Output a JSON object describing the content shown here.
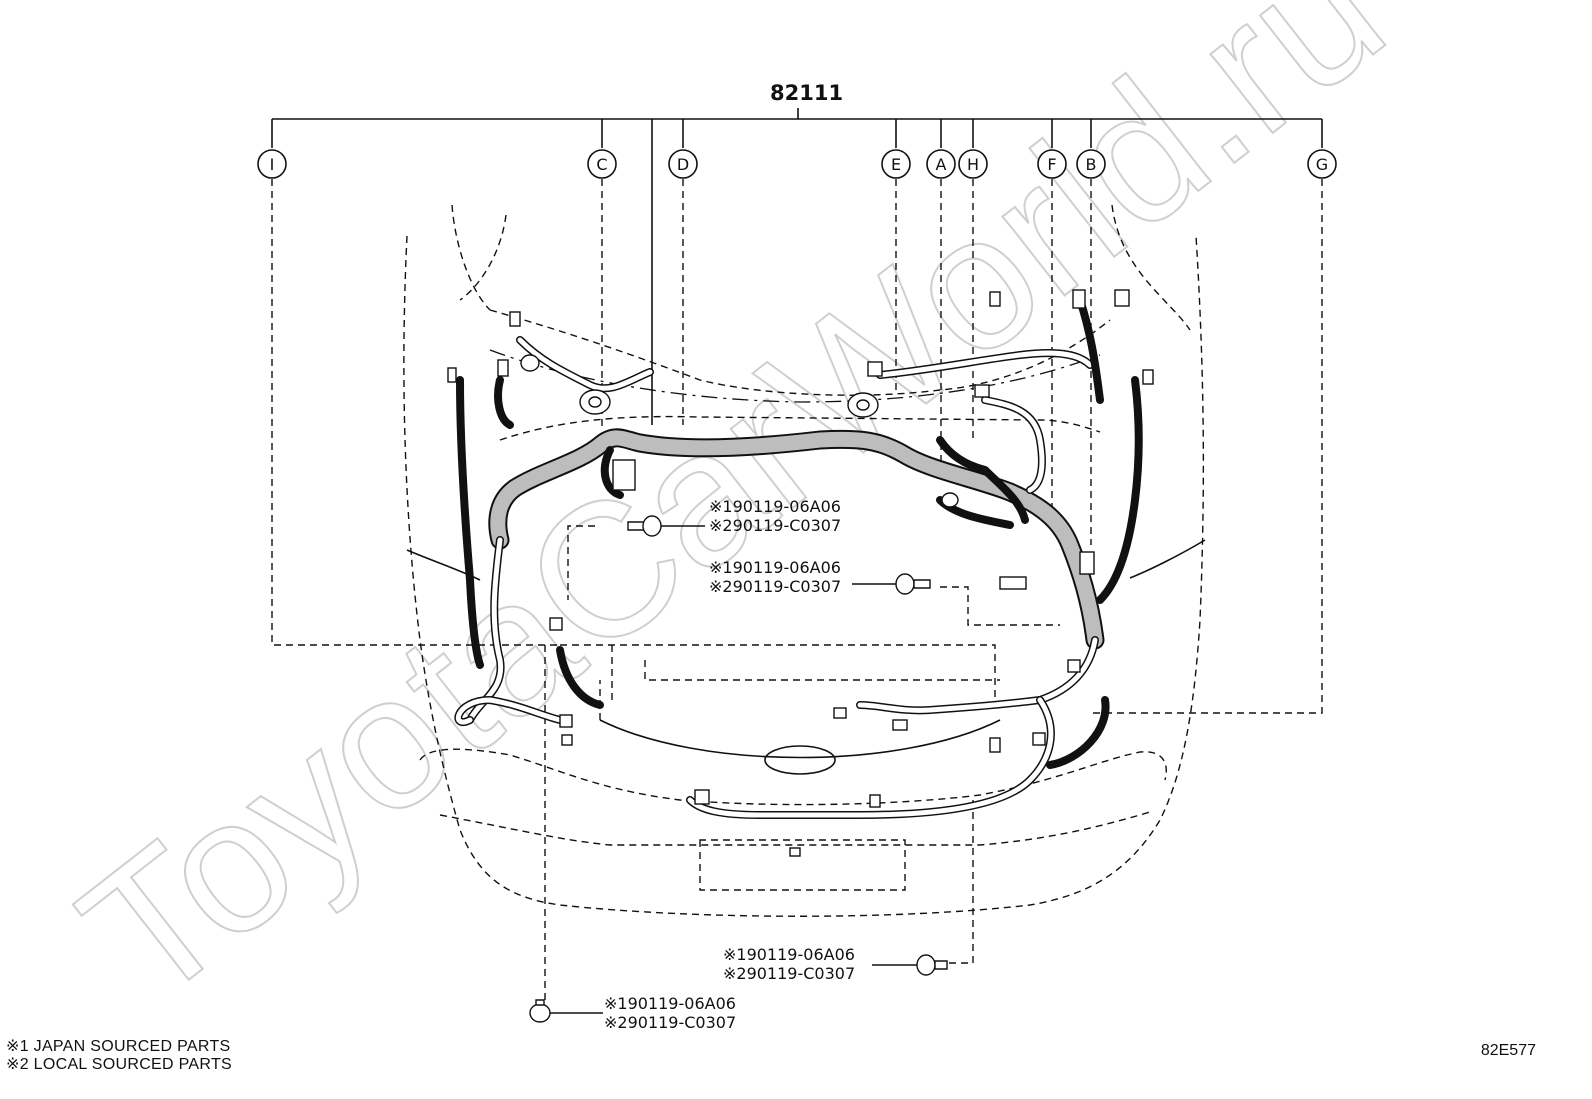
{
  "diagram": {
    "part_number": "82111",
    "callouts": [
      "I",
      "C",
      "D",
      "E",
      "A",
      "H",
      "F",
      "B",
      "G"
    ],
    "fasteners": [
      {
        "line1": "※190119-06A06",
        "line2": "※290119-C0307"
      },
      {
        "line1": "※190119-06A06",
        "line2": "※290119-C0307"
      },
      {
        "line1": "※190119-06A06",
        "line2": "※290119-C0307"
      },
      {
        "line1": "※190119-06A06",
        "line2": "※290119-C0307"
      }
    ],
    "watermark": "ToyotaCarWorld.ru"
  },
  "legend": [
    "※1 JAPAN SOURCED PARTS",
    "※2 LOCAL SOURCED PARTS"
  ],
  "figure_code": "82E577"
}
